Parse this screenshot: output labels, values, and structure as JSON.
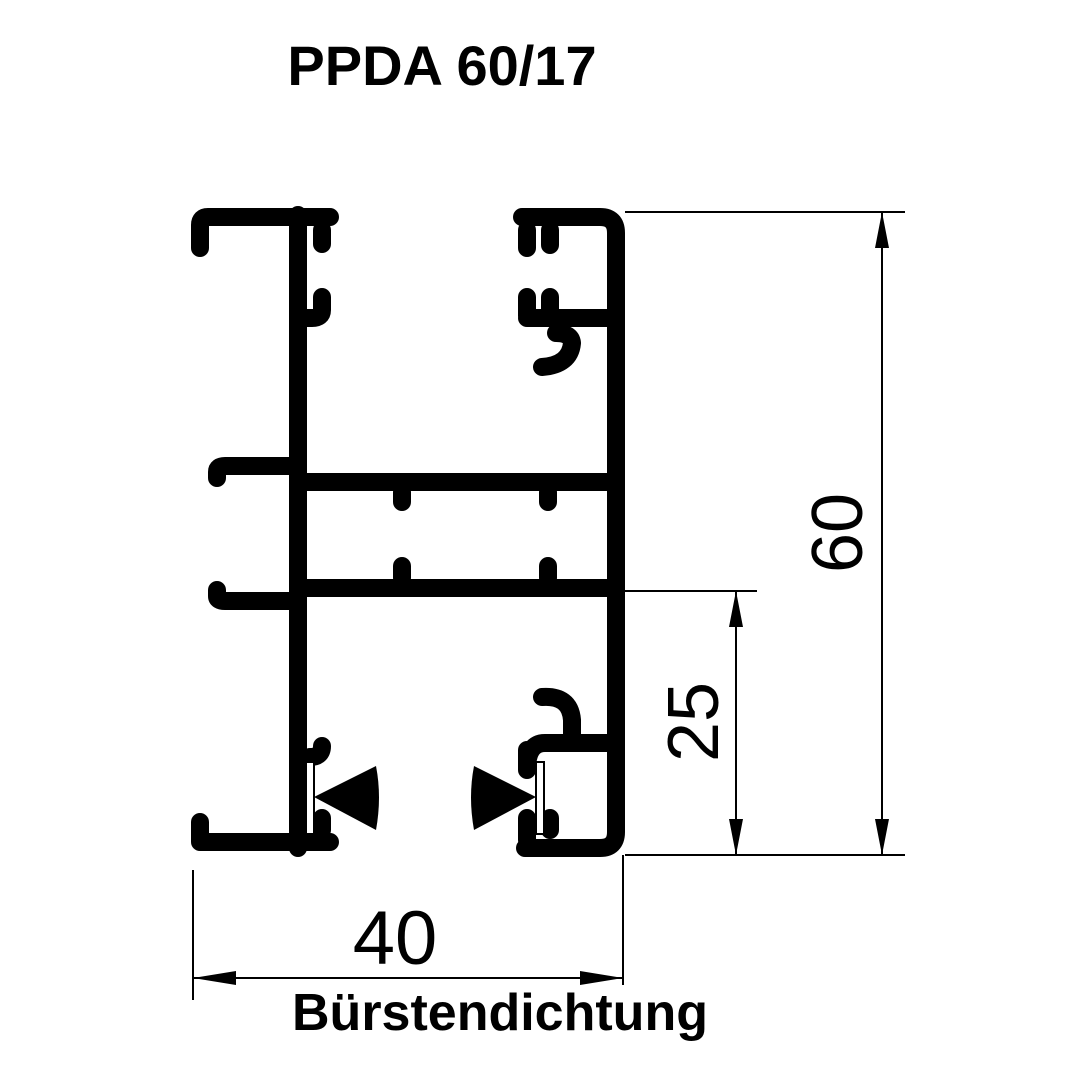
{
  "title": "PPDA 60/17",
  "dimensions": {
    "height_total": "60",
    "height_lower": "25",
    "width": "40"
  },
  "caption": "Bürstendichtung",
  "colors": {
    "line": "#000000",
    "background": "#ffffff"
  }
}
